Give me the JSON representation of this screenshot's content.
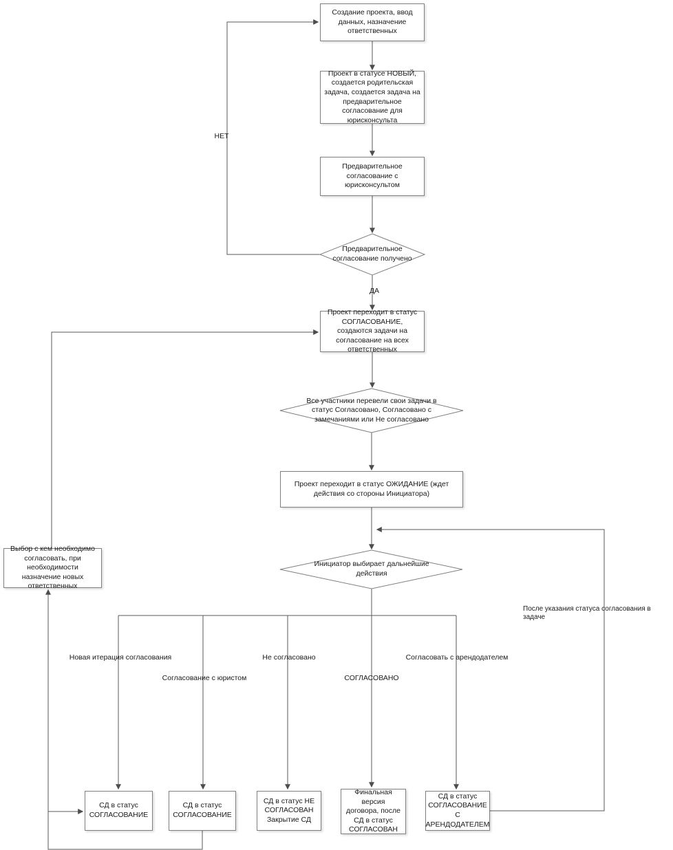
{
  "diagram": {
    "nodes": {
      "create": "Создание проекта, ввод данных, назначение ответственных",
      "status_new": "Проект в статусе НОВЫЙ, создается родительская задача, создается задача на предварительное согласование для юрисконсульта",
      "prelim": "Предварительное согласование с юрисконсультом",
      "prelim_received": "Предварительное согласование получено",
      "status_soglasovanie": "Проект переходит в статус СОГЛАСОВАНИЕ, создаются задачи на согласование на всех ответственных",
      "all_participants": "Все участники перевели свои задачи в статус Согласовано, Согласовано с замечаниями или Не согласовано",
      "status_ozhidanie": "Проект переходит в статус ОЖИДАНИЕ (ждет действия со стороны Инициатора)",
      "initiator_chooses": "Инициатор выбирает дальнейшие действия",
      "choose_with_whom": "Выбор с кем необходимо согласовать, при необходимости назначение новых ответственных",
      "sd_soglasovanie_1": "СД в статус СОГЛАСОВАНИЕ",
      "sd_soglasovanie_2": "СД в статус СОГЛАСОВАНИЕ",
      "sd_ne_soglasovan": "СД в статус НЕ СОГЛАСОВАН Закрытие СД",
      "final_version": "Финальная версия договора, после СД в статус СОГЛАСОВАН",
      "sd_soglasovanie_arendodatel": "СД в статус СОГЛАСОВАНИЕ С АРЕНДОДАТЕЛЕМ"
    },
    "edge_labels": {
      "net": "НЕТ",
      "da": "ДА",
      "new_iteration": "Новая итерация согласования",
      "with_lawyer": "Согласование с юристом",
      "not_agreed": "Не согласовано",
      "agreed": "СОГЛАСОВАНО",
      "with_landlord": "Согласовать с арендодателем",
      "after_status": "После указания статуса согласования в задаче"
    }
  }
}
